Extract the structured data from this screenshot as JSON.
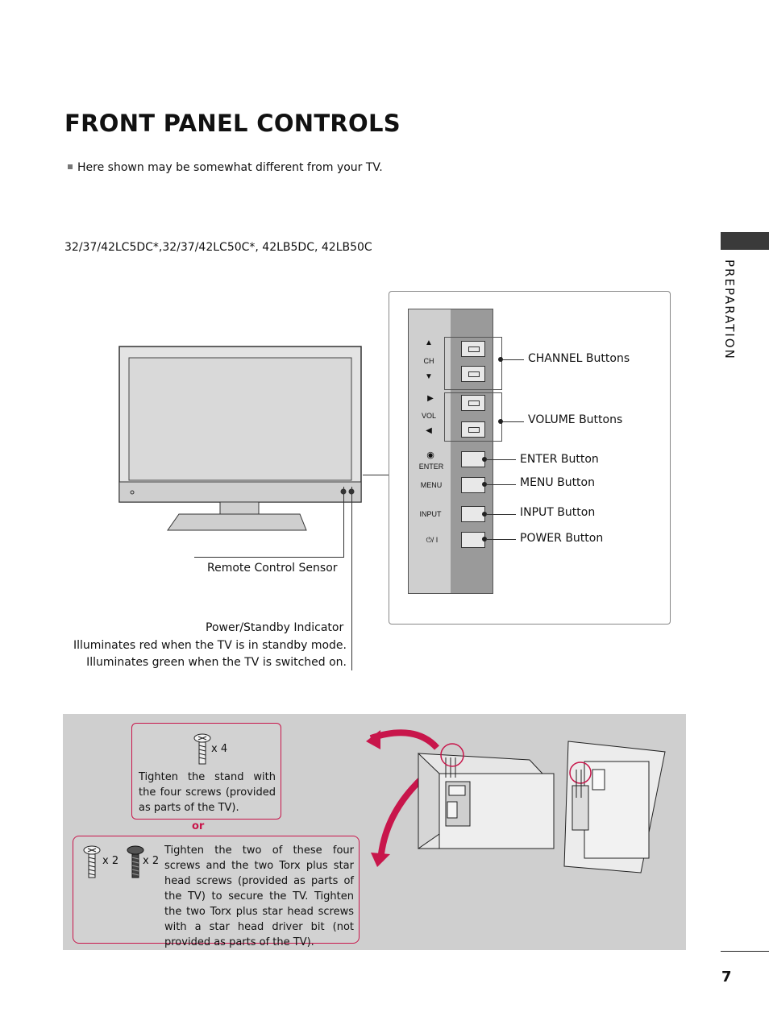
{
  "page": {
    "title": "FRONT PANEL CONTROLS",
    "note": "Here shown may be somewhat different from your TV.",
    "models": "32/37/42LC5DC*,32/37/42LC50C*,  42LB5DC, 42LB50C",
    "section": "PREPARATION",
    "page_number": "7"
  },
  "tv": {
    "remote_sensor_label": "Remote Control Sensor",
    "power_indicator_label": "Power/Standby Indicator",
    "power_indicator_desc1": "Illuminates red when the TV is in standby mode.",
    "power_indicator_desc2": "Illuminates green when the TV is switched on."
  },
  "panel": {
    "ch": "CH",
    "vol": "VOL",
    "enter": "ENTER",
    "menu": "MENU",
    "input": "INPUT",
    "power_symbol": "/ I",
    "channel_label": "CHANNEL Buttons",
    "volume_label": "VOLUME Buttons",
    "enter_label": "ENTER Button",
    "menu_label": "MENU Button",
    "input_label": "INPUT Button",
    "power_label": "POWER Button"
  },
  "stand": {
    "x4": "x 4",
    "top_text": "Tighten the stand with the four screws (provided as parts of the TV).",
    "or": "or",
    "x2a": "x 2",
    "x2b": "x 2",
    "bottom_text": "Tighten the two of these four screws and the two Torx plus star head screws (provided as parts of the TV) to secure the TV. Tighten the two Torx plus star head screws with a star head driver bit (not provided as parts of the TV)."
  },
  "colors": {
    "accent": "#c8164b",
    "gray_panel": "#cfcfcf"
  }
}
